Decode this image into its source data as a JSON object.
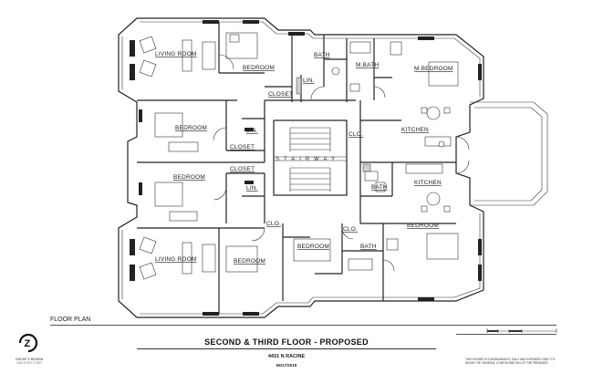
{
  "drawing": {
    "rooms": {
      "living_room_top": "LIVING ROOM",
      "bedroom_top": "BEDROOM",
      "bath_top": "BATH",
      "m_bath": "M.BATH",
      "m_bedroom": "M.BEDROOM",
      "closet_top": "CLOSET",
      "lin_top": "LIN.",
      "bedroom_left_upper": "BEDROOM",
      "lin_left_upper": "LIN.",
      "closet_left_upper": "CLOSET",
      "clo_center": "CLO.",
      "kitchen_upper": "KITCHEN",
      "stairway": "STAIRWAY",
      "bedroom_left_lower": "BEDROOM",
      "closet_left_lower": "CLOSET",
      "lin_left_lower": "LIN.",
      "bath_center": "BATH",
      "kitchen_lower": "KITCHEN",
      "clo_lower_left": "CLO.",
      "bedroom_lower_center": "BEDROOM",
      "clo_lower_right": "CLO.",
      "bedroom_lower_right": "BEDROOM",
      "bath_lower": "BATH",
      "living_room_bottom": "LIVING ROOM",
      "bedroom_bottom": "BEDROOM"
    }
  },
  "sheet": {
    "floor_plan_label": "FLOOR PLAN",
    "title": "SECOND & THIRD FLOOR - PROPOSED",
    "address": "4431 N RACINE",
    "date": "06/17/2019",
    "logo_letter": "Z",
    "company": "GROUP Z DESIGN",
    "company_sub": "ARCHITECTURE",
    "disclaimer": "THIS EXHIBIT IS DIAGRAMMATIC ONLY AND INTENDED ONLY TO SHOW THE GENERAL CONFIGURATION OF THE PREMISES."
  },
  "colors": {
    "line": "#222222",
    "hatch": "#cfcfcf"
  }
}
